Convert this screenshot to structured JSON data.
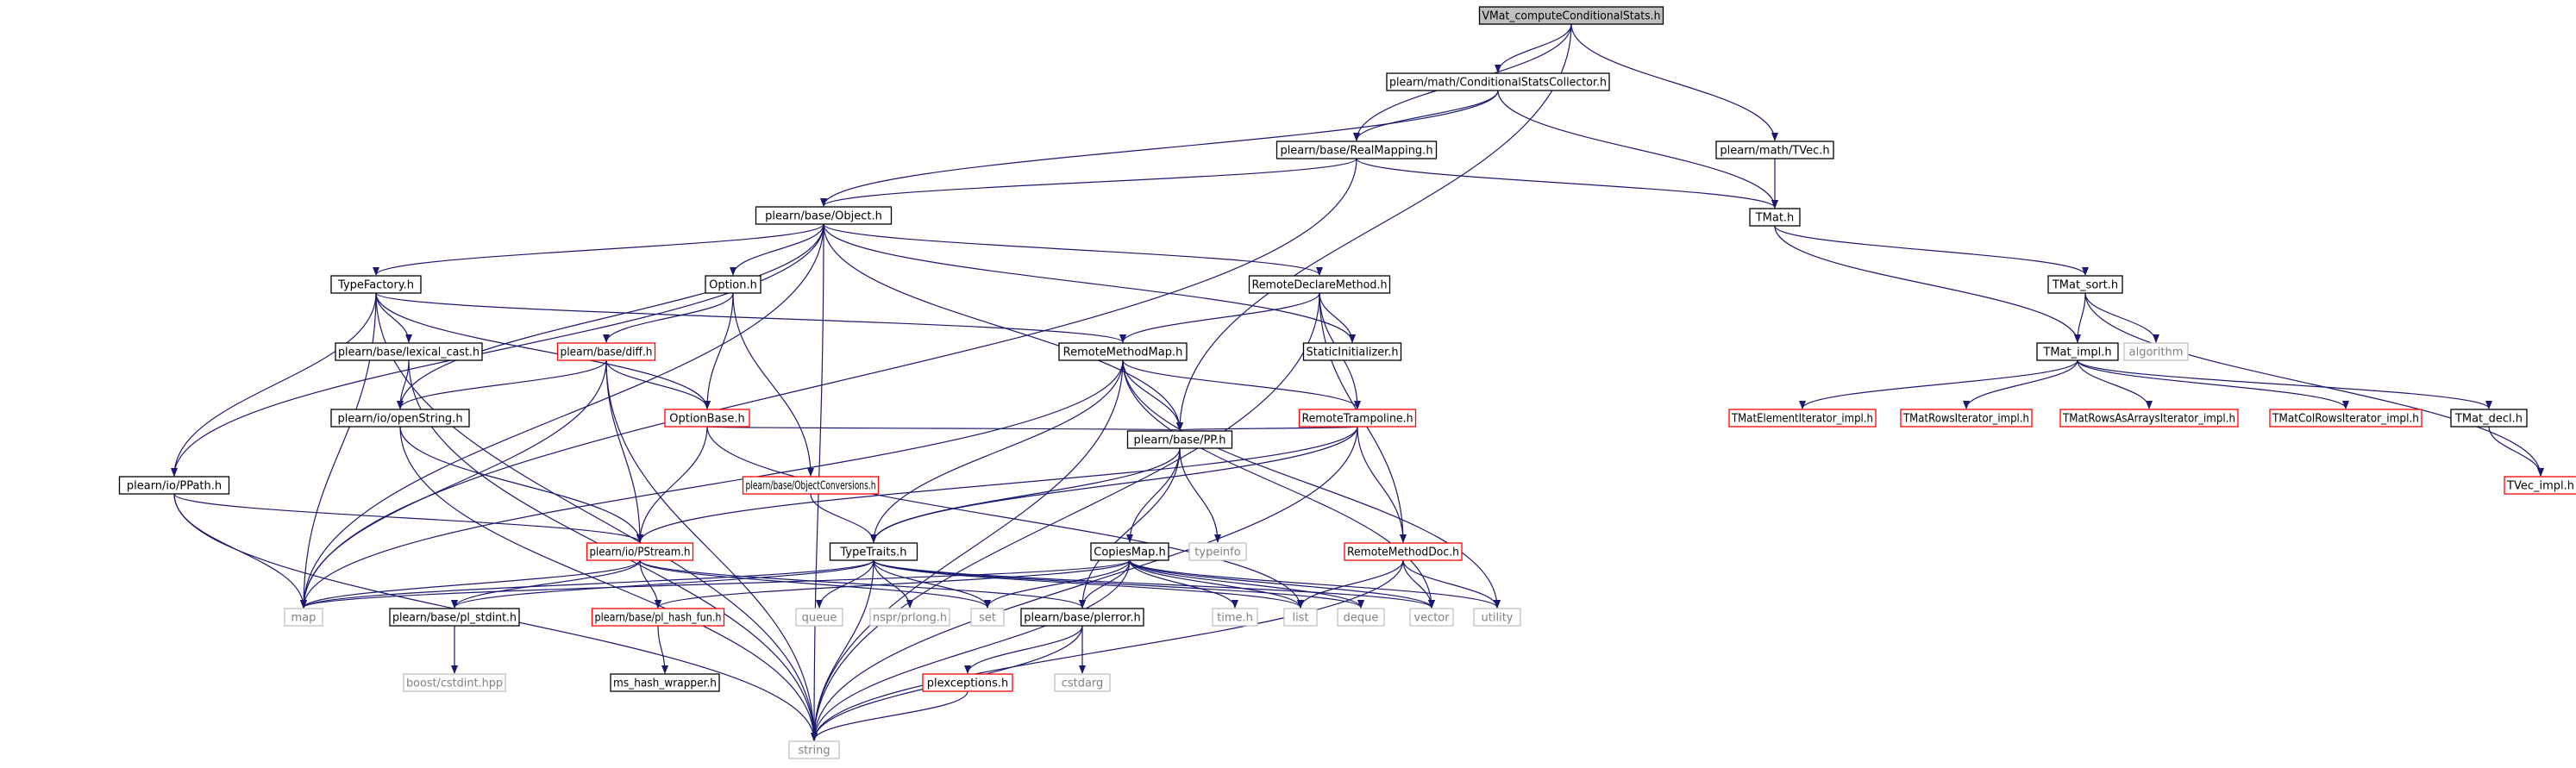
{
  "title": "VMat_computeConditionalStats.h",
  "colors": {
    "edge": "#191970",
    "normal_border": "#000000",
    "truncated_border": "#ff0000",
    "system_border": "#bfbfbf",
    "system_text": "#808080",
    "root_fill": "#bfbfbf"
  },
  "nodes": [
    {
      "id": "root",
      "label": "VMat_computeConditionalStats.h",
      "kind": "root"
    },
    {
      "id": "csc",
      "label": "plearn/math/ConditionalStatsCollector.h",
      "kind": "normal"
    },
    {
      "id": "realmap",
      "label": "plearn/base/RealMapping.h",
      "kind": "normal"
    },
    {
      "id": "tvec",
      "label": "plearn/math/TVec.h",
      "kind": "normal"
    },
    {
      "id": "tmat",
      "label": "TMat.h",
      "kind": "normal"
    },
    {
      "id": "object",
      "label": "plearn/base/Object.h",
      "kind": "normal"
    },
    {
      "id": "tmatsort",
      "label": "TMat_sort.h",
      "kind": "normal"
    },
    {
      "id": "typefactory",
      "label": "TypeFactory.h",
      "kind": "normal"
    },
    {
      "id": "option",
      "label": "Option.h",
      "kind": "normal"
    },
    {
      "id": "rdm",
      "label": "RemoteDeclareMethod.h",
      "kind": "normal"
    },
    {
      "id": "tmatimpl",
      "label": "TMat_impl.h",
      "kind": "normal"
    },
    {
      "id": "algorithm",
      "label": "algorithm",
      "kind": "system"
    },
    {
      "id": "lexcast",
      "label": "plearn/base/lexical_cast.h",
      "kind": "normal"
    },
    {
      "id": "diff",
      "label": "plearn/base/diff.h",
      "kind": "truncated"
    },
    {
      "id": "rmm",
      "label": "RemoteMethodMap.h",
      "kind": "normal"
    },
    {
      "id": "staticinit",
      "label": "StaticInitializer.h",
      "kind": "normal"
    },
    {
      "id": "openstring",
      "label": "plearn/io/openString.h",
      "kind": "normal"
    },
    {
      "id": "optionbase",
      "label": "OptionBase.h",
      "kind": "truncated"
    },
    {
      "id": "rtramp",
      "label": "RemoteTrampoline.h",
      "kind": "truncated"
    },
    {
      "id": "tmeli",
      "label": "TMatElementIterator_impl.h",
      "kind": "truncated"
    },
    {
      "id": "tmri",
      "label": "TMatRowsIterator_impl.h",
      "kind": "truncated"
    },
    {
      "id": "tmrai",
      "label": "TMatRowsAsArraysIterator_impl.h",
      "kind": "truncated"
    },
    {
      "id": "tmci",
      "label": "TMatColRowsIterator_impl.h",
      "kind": "truncated"
    },
    {
      "id": "tmatdecl",
      "label": "TMat_decl.h",
      "kind": "normal"
    },
    {
      "id": "ppath",
      "label": "plearn/io/PPath.h",
      "kind": "normal"
    },
    {
      "id": "objconv",
      "label": "plearn/base/ObjectConversions.h",
      "kind": "truncated"
    },
    {
      "id": "pp",
      "label": "plearn/base/PP.h",
      "kind": "normal"
    },
    {
      "id": "tvecimpl",
      "label": "TVec_impl.h",
      "kind": "truncated"
    },
    {
      "id": "pstream",
      "label": "plearn/io/PStream.h",
      "kind": "truncated"
    },
    {
      "id": "typetraits",
      "label": "TypeTraits.h",
      "kind": "normal"
    },
    {
      "id": "copiesmap",
      "label": "CopiesMap.h",
      "kind": "normal"
    },
    {
      "id": "typeinfo",
      "label": "typeinfo",
      "kind": "system"
    },
    {
      "id": "rmdoc",
      "label": "RemoteMethodDoc.h",
      "kind": "truncated"
    },
    {
      "id": "map",
      "label": "map",
      "kind": "system"
    },
    {
      "id": "plstdint",
      "label": "plearn/base/pl_stdint.h",
      "kind": "normal"
    },
    {
      "id": "plhash",
      "label": "plearn/base/pl_hash_fun.h",
      "kind": "truncated"
    },
    {
      "id": "queue",
      "label": "queue",
      "kind": "system"
    },
    {
      "id": "nsprlong",
      "label": "nspr/prlong.h",
      "kind": "system"
    },
    {
      "id": "set",
      "label": "set",
      "kind": "system"
    },
    {
      "id": "plerror",
      "label": "plearn/base/plerror.h",
      "kind": "normal"
    },
    {
      "id": "timeh",
      "label": "time.h",
      "kind": "system"
    },
    {
      "id": "list",
      "label": "list",
      "kind": "system"
    },
    {
      "id": "deque",
      "label": "deque",
      "kind": "system"
    },
    {
      "id": "vector",
      "label": "vector",
      "kind": "system"
    },
    {
      "id": "utility",
      "label": "utility",
      "kind": "system"
    },
    {
      "id": "boostcstdint",
      "label": "boost/cstdint.hpp",
      "kind": "system"
    },
    {
      "id": "mshash",
      "label": "ms_hash_wrapper.h",
      "kind": "normal"
    },
    {
      "id": "plexceptions",
      "label": "plexceptions.h",
      "kind": "truncated"
    },
    {
      "id": "cstdarg",
      "label": "cstdarg",
      "kind": "system"
    },
    {
      "id": "string",
      "label": "string",
      "kind": "system"
    }
  ],
  "edges": [
    [
      "root",
      "csc"
    ],
    [
      "root",
      "realmap"
    ],
    [
      "root",
      "tvec"
    ],
    [
      "root",
      "pp"
    ],
    [
      "csc",
      "realmap"
    ],
    [
      "csc",
      "tmat"
    ],
    [
      "csc",
      "object"
    ],
    [
      "realmap",
      "object"
    ],
    [
      "realmap",
      "tmat"
    ],
    [
      "realmap",
      "map"
    ],
    [
      "tvec",
      "tmat"
    ],
    [
      "tmat",
      "tmatsort"
    ],
    [
      "tmat",
      "tmatimpl"
    ],
    [
      "tmatsort",
      "tmatimpl"
    ],
    [
      "tmatsort",
      "algorithm"
    ],
    [
      "tmatsort",
      "tvecimpl"
    ],
    [
      "tmatimpl",
      "tmeli"
    ],
    [
      "tmatimpl",
      "tmri"
    ],
    [
      "tmatimpl",
      "tmrai"
    ],
    [
      "tmatimpl",
      "tmci"
    ],
    [
      "tmatimpl",
      "tmatdecl"
    ],
    [
      "tmatdecl",
      "tvecimpl"
    ],
    [
      "object",
      "typefactory"
    ],
    [
      "object",
      "option"
    ],
    [
      "object",
      "rdm"
    ],
    [
      "object",
      "staticinit"
    ],
    [
      "object",
      "pp"
    ],
    [
      "object",
      "ppath"
    ],
    [
      "object",
      "openstring"
    ],
    [
      "object",
      "map"
    ],
    [
      "object",
      "string"
    ],
    [
      "typefactory",
      "lexcast"
    ],
    [
      "typefactory",
      "rmm"
    ],
    [
      "typefactory",
      "optionbase"
    ],
    [
      "typefactory",
      "ppath"
    ],
    [
      "typefactory",
      "map"
    ],
    [
      "typefactory",
      "string"
    ],
    [
      "option",
      "diff"
    ],
    [
      "option",
      "optionbase"
    ],
    [
      "option",
      "objconv"
    ],
    [
      "rdm",
      "rmm"
    ],
    [
      "rdm",
      "staticinit"
    ],
    [
      "rdm",
      "rtramp"
    ],
    [
      "rdm",
      "rmdoc"
    ],
    [
      "rdm",
      "string"
    ],
    [
      "lexcast",
      "openstring"
    ],
    [
      "lexcast",
      "string"
    ],
    [
      "diff",
      "openstring"
    ],
    [
      "diff",
      "optionbase"
    ],
    [
      "diff",
      "pstream"
    ],
    [
      "diff",
      "map"
    ],
    [
      "diff",
      "string"
    ],
    [
      "rmm",
      "rtramp"
    ],
    [
      "rmm",
      "pp"
    ],
    [
      "rmm",
      "typetraits"
    ],
    [
      "rmm",
      "map"
    ],
    [
      "rmm",
      "vector"
    ],
    [
      "rmm",
      "utility"
    ],
    [
      "rmm",
      "string"
    ],
    [
      "openstring",
      "pstream"
    ],
    [
      "openstring",
      "string"
    ],
    [
      "optionbase",
      "pstream"
    ],
    [
      "optionbase",
      "pp"
    ],
    [
      "optionbase",
      "list"
    ],
    [
      "rtramp",
      "pp"
    ],
    [
      "rtramp",
      "rmdoc"
    ],
    [
      "rtramp",
      "typetraits"
    ],
    [
      "rtramp",
      "pstream"
    ],
    [
      "rtramp",
      "string"
    ],
    [
      "ppath",
      "pstream"
    ],
    [
      "ppath",
      "map"
    ],
    [
      "ppath",
      "string"
    ],
    [
      "objconv",
      "typetraits"
    ],
    [
      "pp",
      "typetraits"
    ],
    [
      "pp",
      "copiesmap"
    ],
    [
      "pp",
      "typeinfo"
    ],
    [
      "pp",
      "plerror"
    ],
    [
      "pstream",
      "plstdint"
    ],
    [
      "pstream",
      "plhash"
    ],
    [
      "pstream",
      "map"
    ],
    [
      "pstream",
      "set"
    ],
    [
      "pstream",
      "plerror"
    ],
    [
      "typetraits",
      "map"
    ],
    [
      "typetraits",
      "queue"
    ],
    [
      "typetraits",
      "nsprlong"
    ],
    [
      "typetraits",
      "set"
    ],
    [
      "typetraits",
      "list"
    ],
    [
      "typetraits",
      "deque"
    ],
    [
      "typetraits",
      "vector"
    ],
    [
      "typetraits",
      "string"
    ],
    [
      "typetraits",
      "plstdint"
    ],
    [
      "copiesmap",
      "map"
    ],
    [
      "copiesmap",
      "set"
    ],
    [
      "copiesmap",
      "plerror"
    ],
    [
      "copiesmap",
      "timeh"
    ],
    [
      "copiesmap",
      "list"
    ],
    [
      "copiesmap",
      "deque"
    ],
    [
      "copiesmap",
      "vector"
    ],
    [
      "copiesmap",
      "utility"
    ],
    [
      "copiesmap",
      "plhash"
    ],
    [
      "copiesmap",
      "string"
    ],
    [
      "rmdoc",
      "list"
    ],
    [
      "rmdoc",
      "vector"
    ],
    [
      "rmdoc",
      "utility"
    ],
    [
      "rmdoc",
      "string"
    ],
    [
      "plstdint",
      "boostcstdint"
    ],
    [
      "plhash",
      "mshash"
    ],
    [
      "plerror",
      "plexceptions"
    ],
    [
      "plerror",
      "cstdarg"
    ],
    [
      "plerror",
      "string"
    ],
    [
      "plexceptions",
      "string"
    ]
  ]
}
